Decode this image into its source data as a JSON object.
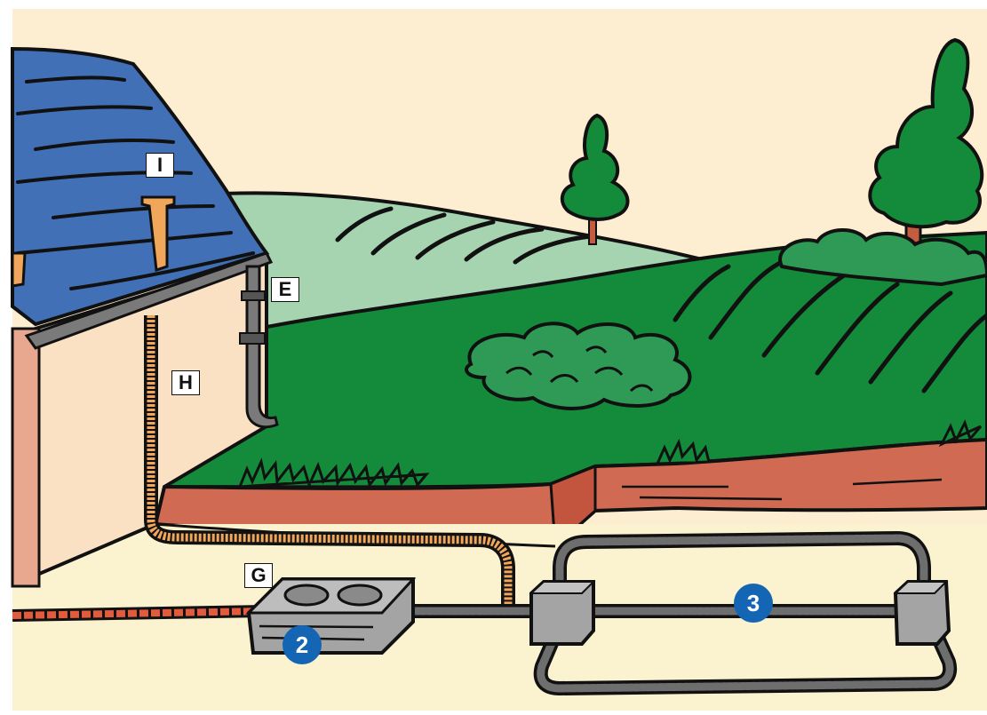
{
  "labels": {
    "I": "I",
    "E": "E",
    "H": "H",
    "G": "G"
  },
  "markers": {
    "two": "2",
    "three": "3"
  },
  "colors": {
    "sky": "#fdeed1",
    "ground": "#fbf2cf",
    "roof": "#4170b6",
    "wall": "#fbe1c3",
    "grass_dark": "#138b3a",
    "grass_light": "#a6d4b0",
    "soil": "#d06a52",
    "pipe_orange": "#f0a75c",
    "pipe_red": "#e25b3c",
    "pipe_gray": "#6e6e6e",
    "box_gray": "#a4a4a4",
    "marker_blue": "#1565b5"
  }
}
